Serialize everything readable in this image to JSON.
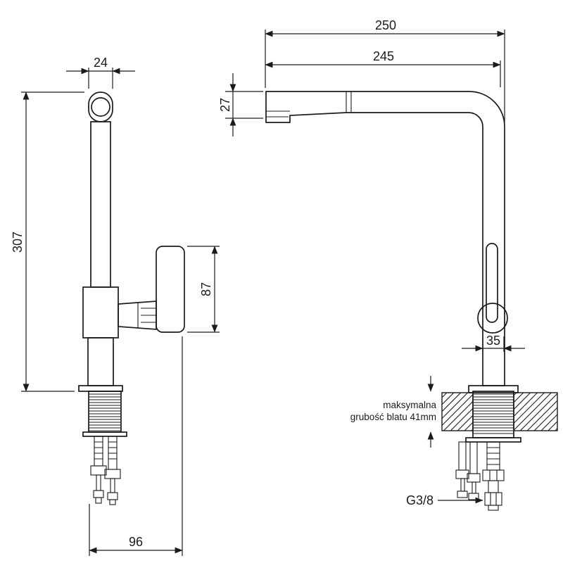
{
  "drawing": {
    "type": "faucet-dimension-diagram",
    "colors": {
      "line": "#1b1b1b",
      "background": "#ffffff"
    },
    "dims": {
      "spout_top_width": "24",
      "total_height": "307",
      "handle_length": "87",
      "base_depth": "96",
      "depth_total": "250",
      "depth_spout": "245",
      "head_height": "27",
      "body_width": "35",
      "thread_size": "G3/8"
    },
    "notes": {
      "counter_line1": "maksymalna",
      "counter_line2": "grubość blatu 41mm"
    }
  }
}
